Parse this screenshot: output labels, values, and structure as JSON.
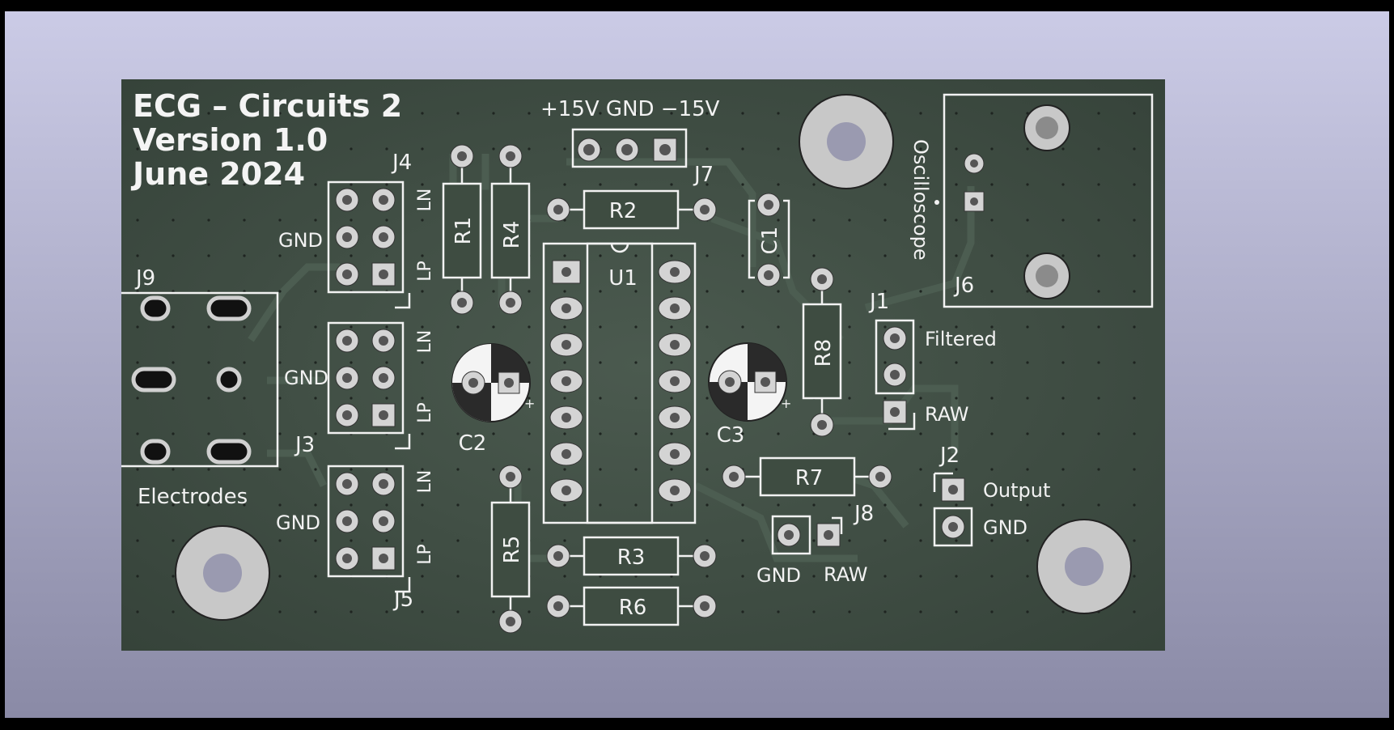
{
  "board": {
    "title_lines": [
      "ECG – Circuits 2",
      "Version 1.0",
      "June 2024"
    ],
    "power_label": "+15V GND −15V",
    "colors": {
      "soldermask": "#3c4a3f",
      "silkscreen": "#f2f2f2",
      "pad": "#d5d5d5",
      "background_top": "#c9c9e4",
      "background_bottom": "#8a8aa6"
    }
  },
  "refdes": {
    "J1": "J1",
    "J2": "J2",
    "J3": "J3",
    "J4": "J4",
    "J5": "J5",
    "J6": "J6",
    "J7": "J7",
    "J8": "J8",
    "J9": "J9",
    "R1": "R1",
    "R2": "R2",
    "R3": "R3",
    "R4": "R4",
    "R5": "R5",
    "R6": "R6",
    "R7": "R7",
    "R8": "R8",
    "C1": "C1",
    "C2": "C2",
    "C3": "C3",
    "U1": "U1"
  },
  "labels": {
    "gnd": "GND",
    "ln": "LN",
    "lp": "LP",
    "electrodes": "Electrodes",
    "oscilloscope": "Oscilloscope",
    "filtered": "Filtered",
    "raw": "RAW",
    "output": "Output"
  }
}
